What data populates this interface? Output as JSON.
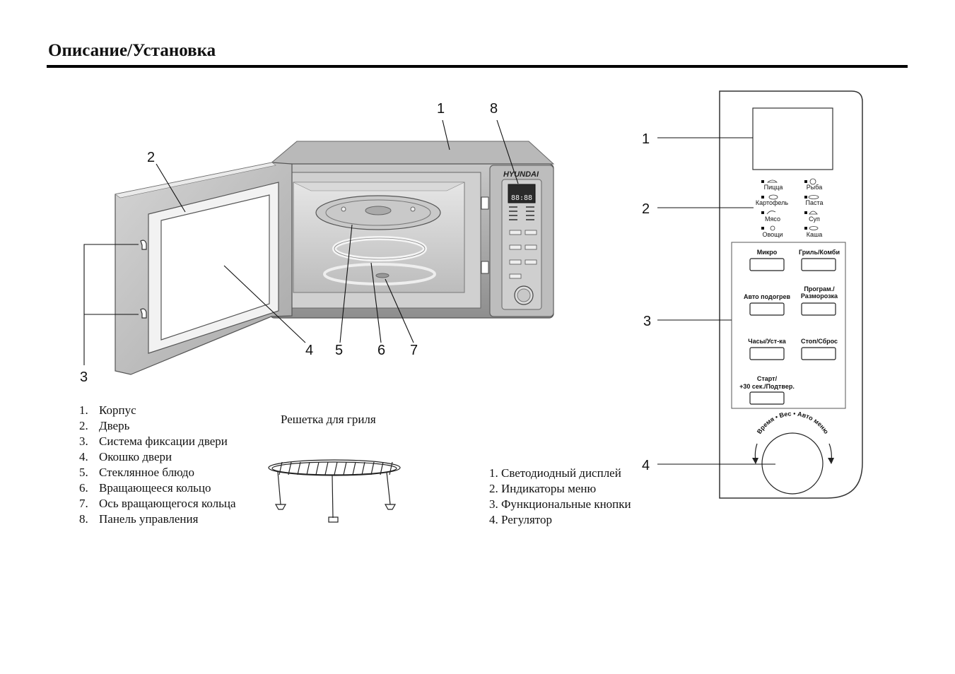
{
  "page": {
    "title": "Описание/Установка"
  },
  "microwave": {
    "brand": "HYUNDAI",
    "display": "88:88",
    "callouts": [
      "1",
      "2",
      "3",
      "4",
      "5",
      "6",
      "7",
      "8"
    ]
  },
  "parts_list": [
    {
      "num": "1.",
      "text": "Корпус"
    },
    {
      "num": "2.",
      "text": "Дверь"
    },
    {
      "num": "3.",
      "text": "Система фиксации двери"
    },
    {
      "num": "4.",
      "text": "Окошко двери"
    },
    {
      "num": "5.",
      "text": "Стеклянное блюдо"
    },
    {
      "num": "6.",
      "text": "Вращающееся кольцо"
    },
    {
      "num": "7.",
      "text": "Ось вращающегося кольца"
    },
    {
      "num": "8.",
      "text": "Панель управления"
    }
  ],
  "grill_rack": {
    "caption": "Решетка для гриля"
  },
  "control_panel": {
    "callouts": [
      "1",
      "2",
      "3",
      "4"
    ],
    "menu_indicators": [
      "Пицца",
      "Рыба",
      "Картофель",
      "Паста",
      "Мясо",
      "Суп",
      "Овощи",
      "Каша"
    ],
    "buttons": [
      "Микро",
      "Гриль/Комби",
      "Авто подогрев",
      "Програм./",
      "Разморозка",
      "Часы/Уст-ка",
      "Стоп/Сброс",
      "Старт/",
      "+30 сек./Подтвер."
    ],
    "knob_label": "Время • Вес • Авто меню"
  },
  "panel_list": [
    "1. Светодиодный дисплей",
    "2. Индикаторы меню",
    "3. Функциональные кнопки",
    "4. Регулятор"
  ]
}
